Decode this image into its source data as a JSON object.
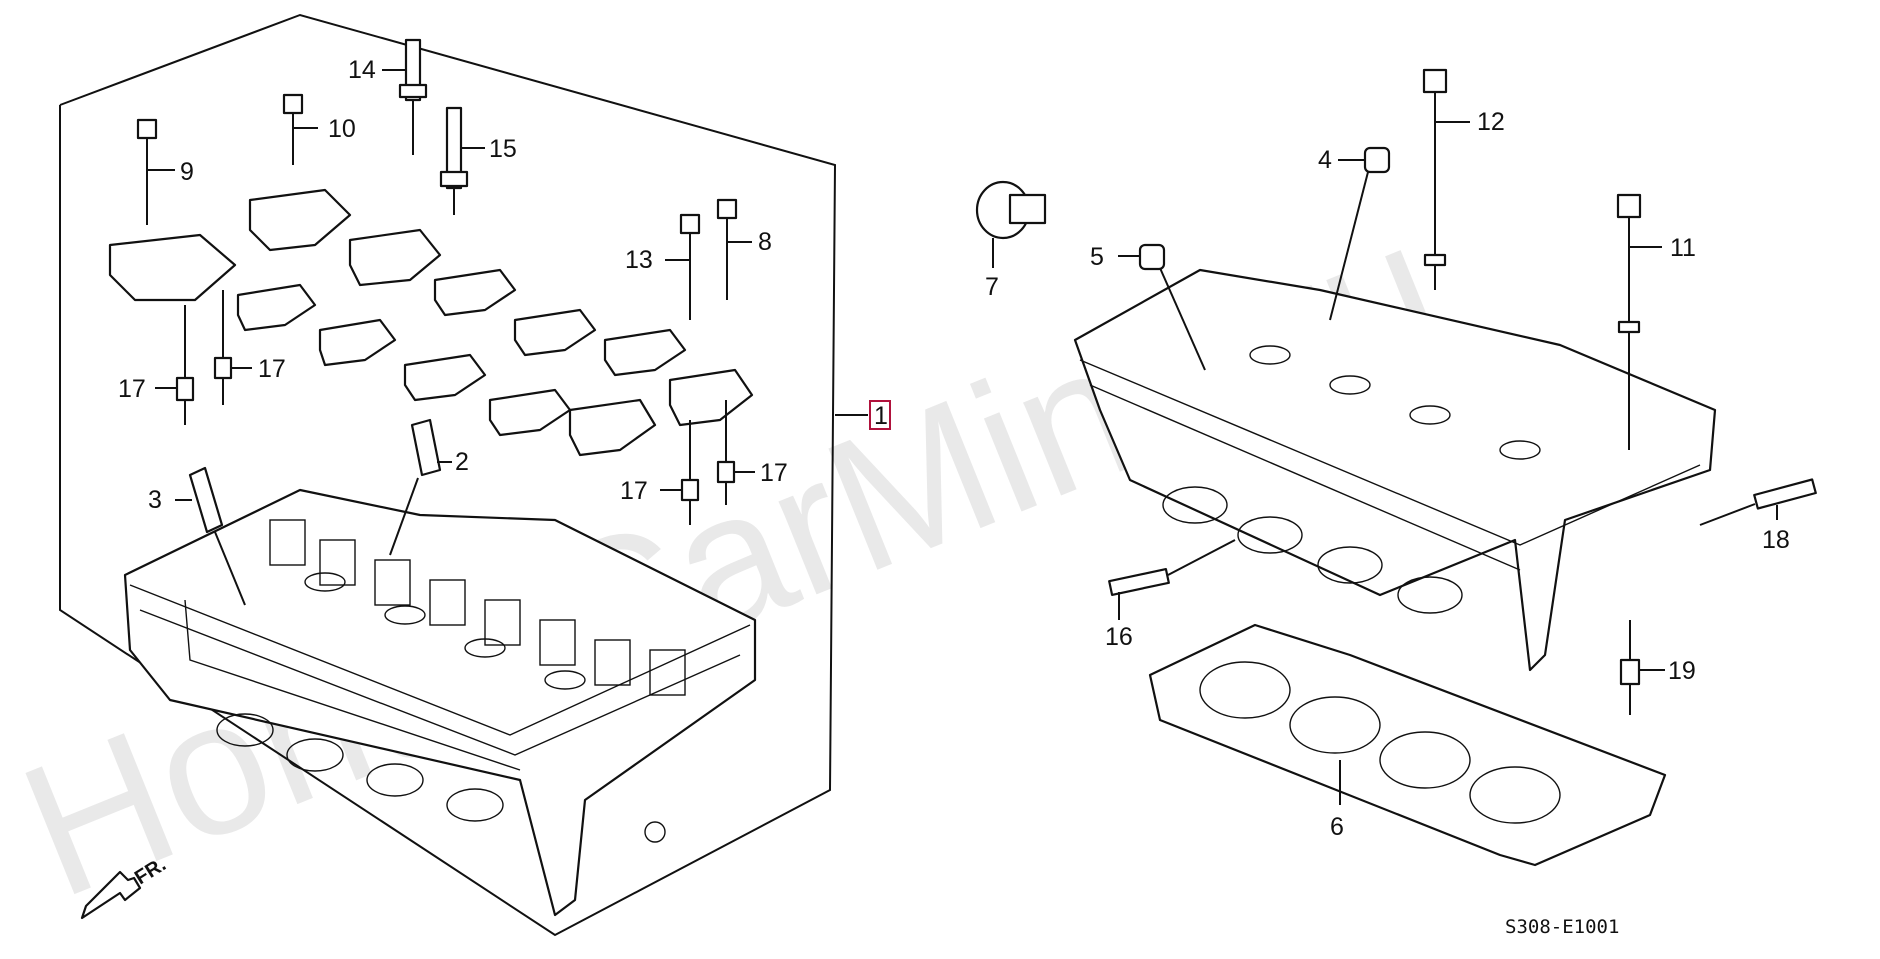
{
  "diagram": {
    "part_labels": [
      "1",
      "2",
      "3",
      "4",
      "5",
      "6",
      "7",
      "8",
      "9",
      "10",
      "11",
      "12",
      "13",
      "14",
      "15",
      "16",
      "17",
      "18",
      "19"
    ],
    "repeated_label": "17",
    "assembly_marker": "1",
    "direction": "FR.",
    "diagram_code": "S308-E1001",
    "watermark": "HondaCarMine.ru",
    "colors": {
      "marker_border": "#b0123c",
      "watermark": "#e9e9e9",
      "line": "#111111"
    }
  }
}
